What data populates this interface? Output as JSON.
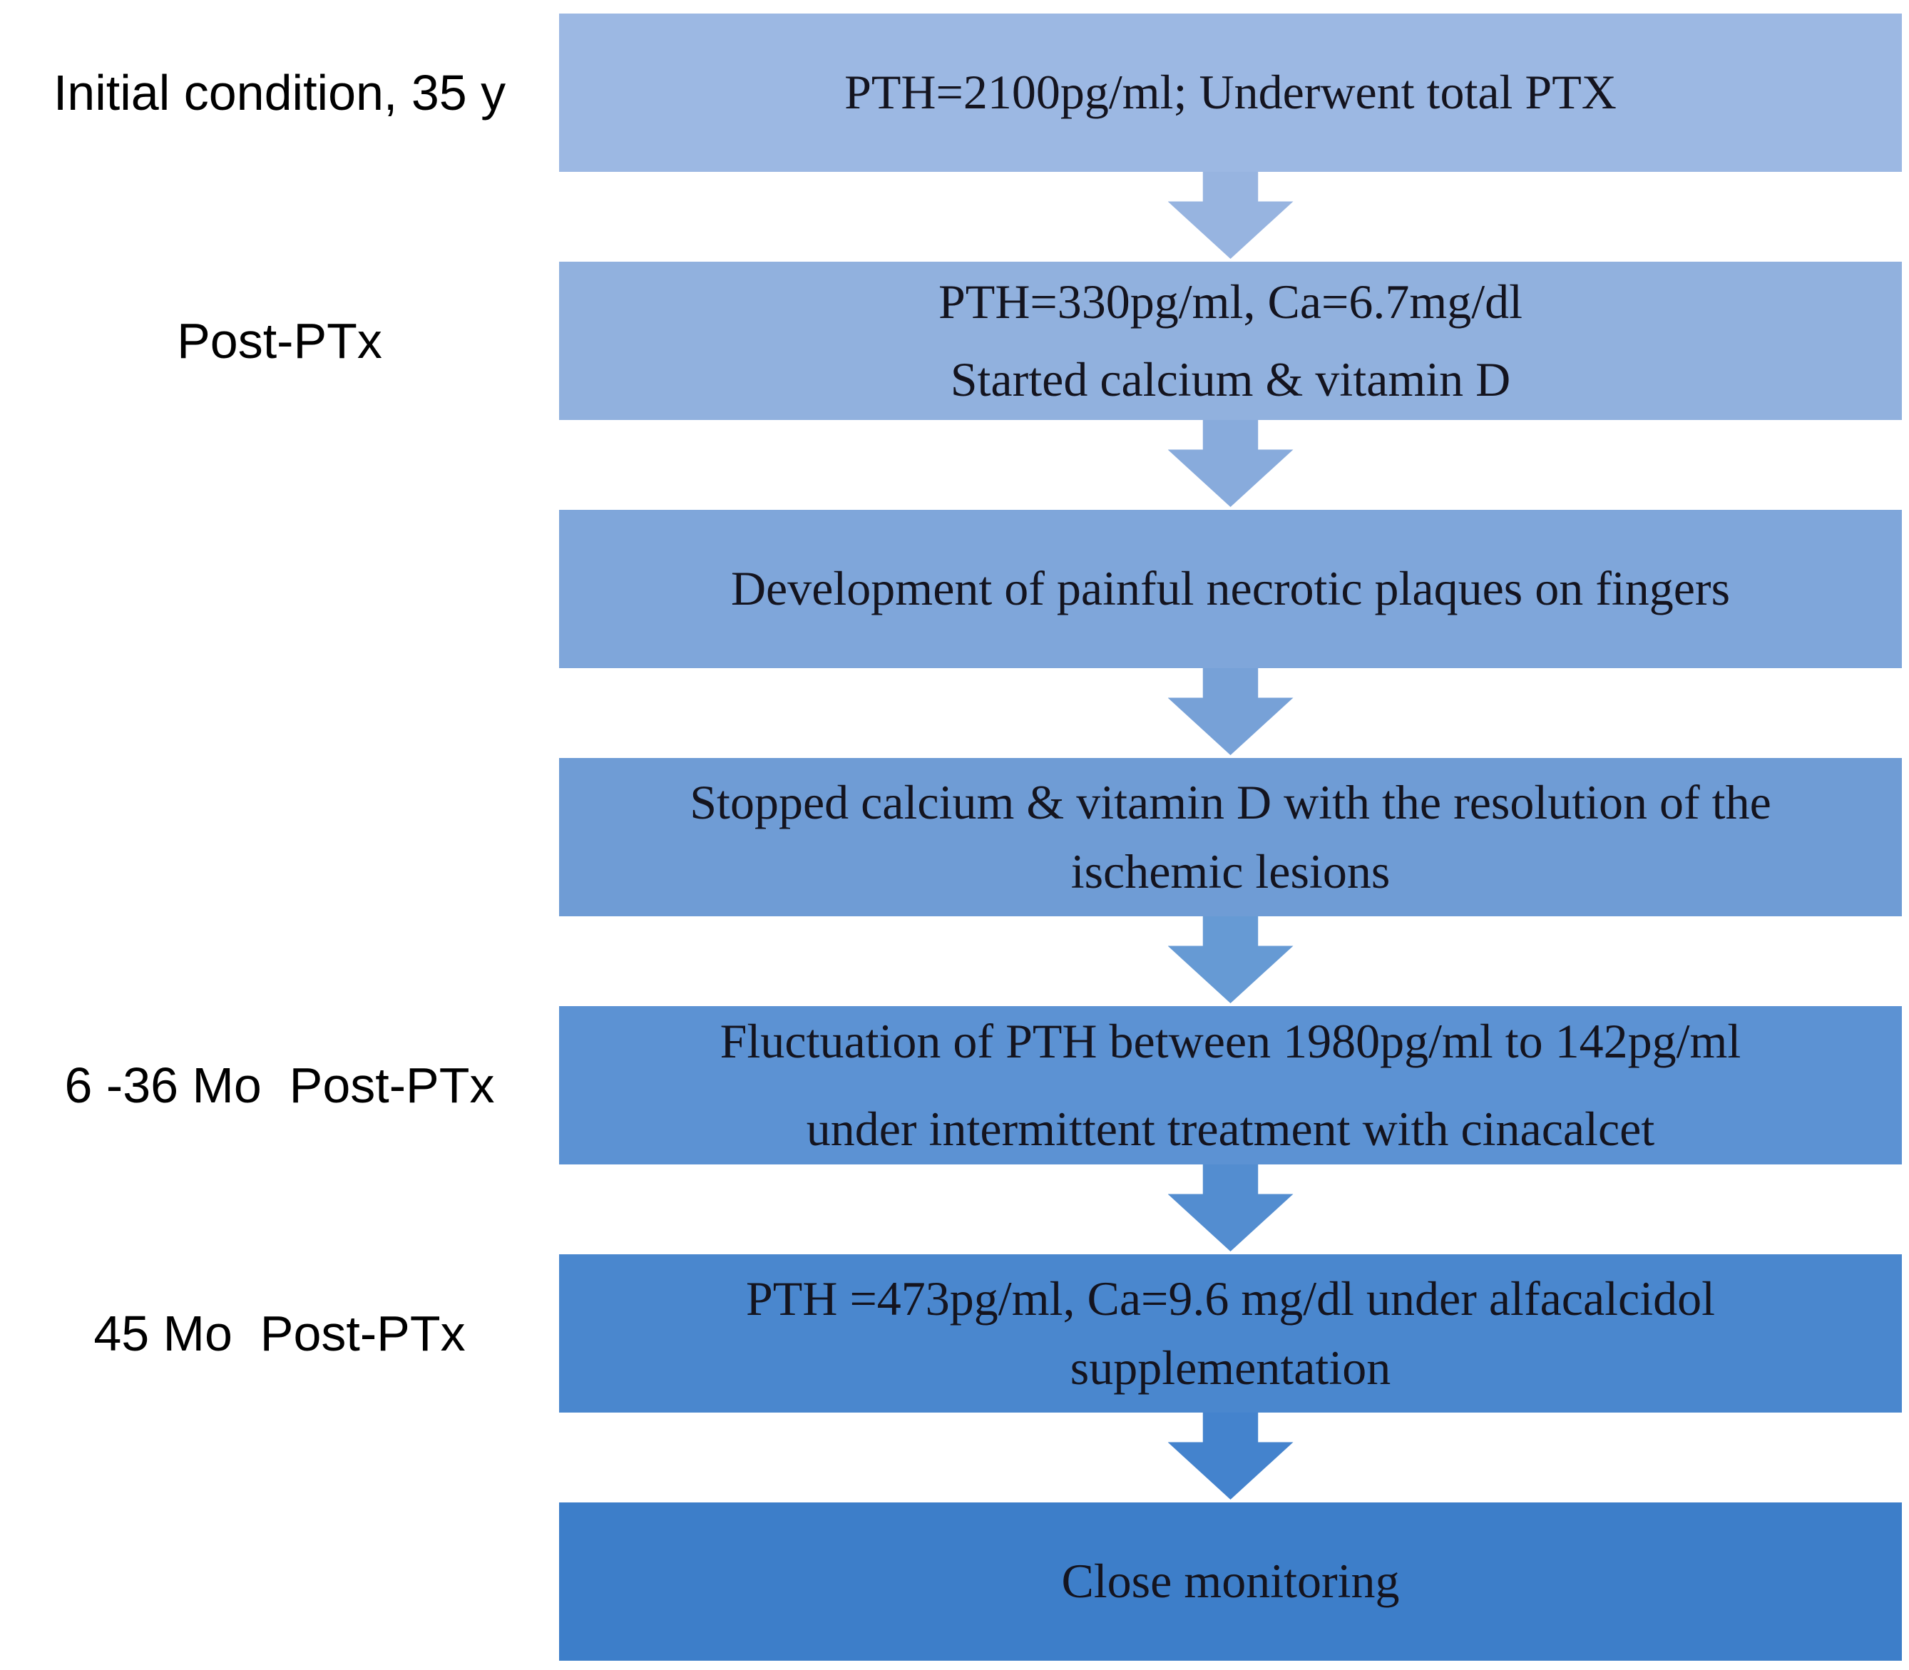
{
  "figure": {
    "background": "#ffffff",
    "box_text_color": "#14141f",
    "label_text_color": "#000000"
  },
  "steps": [
    {
      "label": "Initial condition, 35 y",
      "lines": [
        "PTH=2100pg/ml; Underwent total PTX"
      ],
      "box_color": "#9cb8e3"
    },
    {
      "label": "Post-PTx",
      "lines": [
        "PTH=330pg/ml, Ca=6.7mg/dl",
        "Started calcium & vitamin D"
      ],
      "box_color": "#91b1de"
    },
    {
      "label": "",
      "lines": [
        "Development of painful necrotic plaques on fingers"
      ],
      "box_color": "#7fa6da"
    },
    {
      "label": "",
      "lines": [
        "Stopped calcium & vitamin D with the resolution of the",
        "ischemic lesions"
      ],
      "box_color": "#6f9cd5"
    },
    {
      "label": "6 -36 Mo  Post-PTx",
      "lines": [
        "Fluctuation of PTH between 1980pg/ml to 142pg/ml",
        "under intermittent treatment with cinacalcet"
      ],
      "box_color": "#5c92d3"
    },
    {
      "label": "45 Mo  Post-PTx",
      "lines": [
        "PTH =473pg/ml, Ca=9.6 mg/dl under alfacalcidol",
        "supplementation"
      ],
      "box_color": "#4a87ce"
    },
    {
      "label": "",
      "lines": [
        "Close monitoring"
      ],
      "box_color": "#3d7ec9"
    }
  ],
  "arrows": [
    {
      "direction": "down",
      "color": "#97b4e0"
    },
    {
      "direction": "down",
      "color": "#88abdc"
    },
    {
      "direction": "down",
      "color": "#77a1d7"
    },
    {
      "direction": "down",
      "color": "#669ad4"
    },
    {
      "direction": "down",
      "color": "#538dd0"
    },
    {
      "direction": "down",
      "color": "#4483cd"
    }
  ]
}
